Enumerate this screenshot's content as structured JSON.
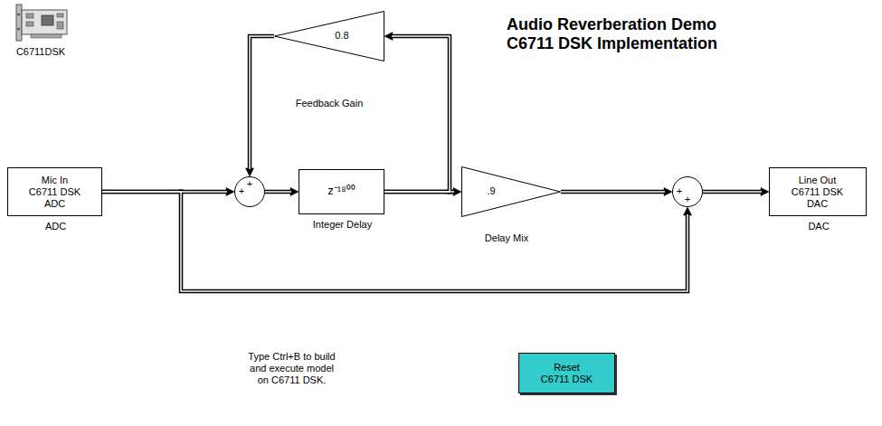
{
  "diagram": {
    "title": "Audio Reverberation Demo C6711 DSK Implementation",
    "nodes": [
      {
        "text": [
          "0.8",
          "Feedback Gain"
        ]
      },
      {
        "text": [
          "Mic In C6711 DSK ADC",
          "ADC"
        ]
      },
      {
        "text": [
          "+",
          "+"
        ]
      },
      {
        "text": [
          "z⁻¹⁸⁰⁰",
          "Integer Delay"
        ]
      },
      {
        "text": [
          ".9",
          "Delay Mix"
        ]
      },
      {
        "text": [
          "+",
          "+"
        ]
      },
      {
        "text": [
          "Line Out C6711 DSK DAC",
          "DAC"
        ]
      },
      {
        "text": [
          "Reset C6711 DSK"
        ]
      }
    ],
    "edges": [
      {
        "from": 1,
        "to": 2,
        "arrow": "to"
      },
      {
        "from": 1,
        "to": 5,
        "arrow": "to"
      },
      {
        "from": 2,
        "to": 3,
        "arrow": "to"
      },
      {
        "from": 3,
        "to": 0,
        "arrow": "to"
      },
      {
        "from": 0,
        "to": 2,
        "arrow": "to"
      },
      {
        "from": 3,
        "to": 4,
        "arrow": "to"
      },
      {
        "from": 4,
        "to": 5,
        "arrow": "to"
      },
      {
        "from": 5,
        "to": 6,
        "arrow": "to"
      }
    ],
    "labels": [
      "C6711DSK",
      "Type Ctrl+B to build and execute model on C6711 DSK."
    ]
  }
}
